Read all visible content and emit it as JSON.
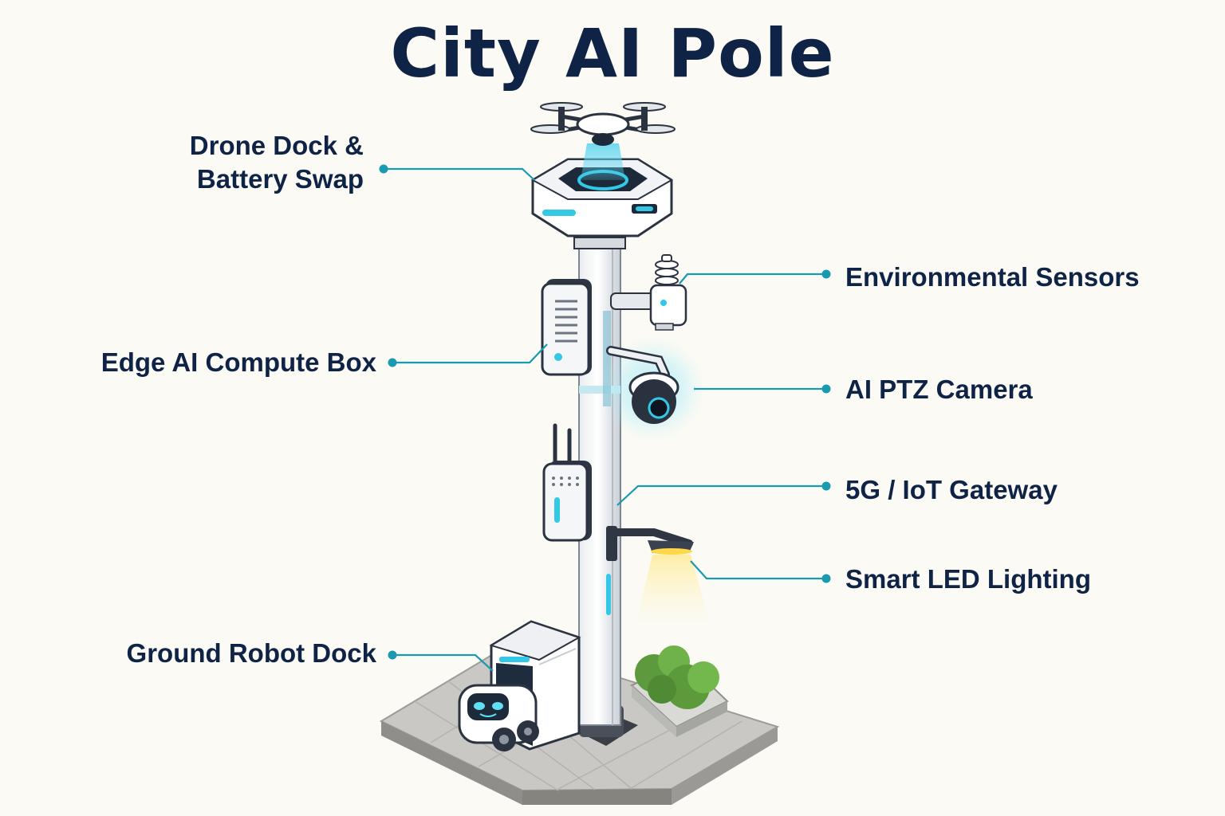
{
  "title": "City AI Pole",
  "colors": {
    "title": "#0f2347",
    "leader": "#1a9ab0",
    "glow": "#32c8e6",
    "background": "#fbfaf4"
  },
  "labels": {
    "drone_dock_line1": "Drone Dock &",
    "drone_dock_line2": "Battery Swap",
    "edge_ai": "Edge AI Compute Box",
    "ground_robot": "Ground Robot Dock",
    "environmental": "Environmental Sensors",
    "ptz_camera": "AI PTZ Camera",
    "gateway": "5G / IoT Gateway",
    "led_lighting": "Smart LED Lighting"
  }
}
